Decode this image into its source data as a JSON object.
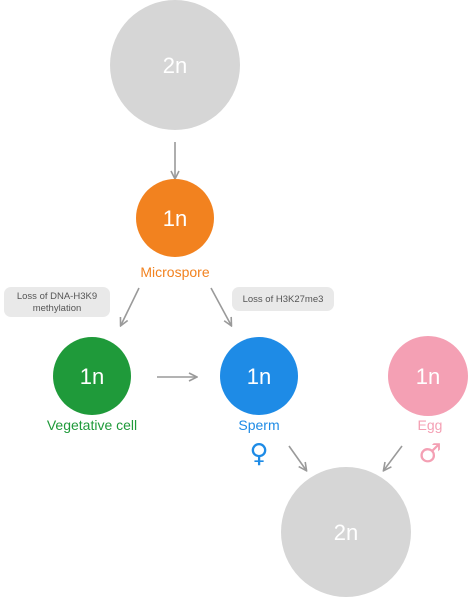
{
  "colors": {
    "diploid": "#d6d6d6",
    "microspore": "#f2821f",
    "vegetative": "#1f9a3a",
    "sperm": "#1e8be6",
    "egg": "#f4a0b4",
    "arrow": "#9a9a9a",
    "note_bg": "#e9e9e9"
  },
  "nodes": {
    "top_diploid": {
      "ploidy": "2n"
    },
    "microspore": {
      "ploidy": "1n",
      "name": "Microspore"
    },
    "vegetative": {
      "ploidy": "1n",
      "name": "Vegetative cell"
    },
    "sperm": {
      "ploidy": "1n",
      "name": "Sperm",
      "symbol": "♀"
    },
    "egg": {
      "ploidy": "1n",
      "name": "Egg",
      "symbol": "♂"
    },
    "bottom_diploid": {
      "ploidy": "2n"
    }
  },
  "notes": {
    "left": {
      "line1": "Loss of DNA-H3K9",
      "line2": "methylation"
    },
    "right": {
      "line1": "Loss of H3K27me3"
    }
  }
}
